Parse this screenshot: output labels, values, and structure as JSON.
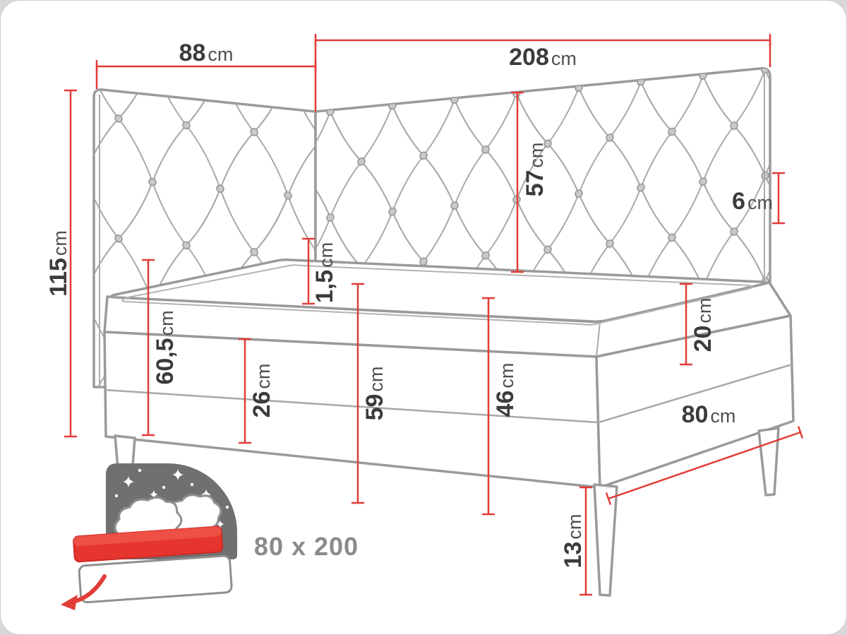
{
  "colors": {
    "dimension_red": "#e23c38",
    "outline_gray": "#9a9a9a",
    "number_text": "#3b3b3b",
    "muted_text": "#8a8a8a",
    "night_gray": "#707070",
    "mattress_red": "#e5352e"
  },
  "dimensions": {
    "side_width": {
      "value": "88",
      "unit": "cm"
    },
    "back_width": {
      "value": "208",
      "unit": "cm"
    },
    "headboard_height": {
      "value": "115",
      "unit": "cm"
    },
    "headboard_above_mattress": {
      "value": "57",
      "unit": "cm"
    },
    "headboard_thickness": {
      "value": "6",
      "unit": "cm"
    },
    "topper_height": {
      "value": "1,5",
      "unit": "cm"
    },
    "mattress_height": {
      "value": "20",
      "unit": "cm"
    },
    "upper_section_height": {
      "value": "60,5",
      "unit": "cm"
    },
    "box_section_height": {
      "value": "26",
      "unit": "cm"
    },
    "floor_to_mattress_top": {
      "value": "59",
      "unit": "cm"
    },
    "floor_to_box_top": {
      "value": "46",
      "unit": "cm"
    },
    "bed_width": {
      "value": "80",
      "unit": "cm"
    },
    "leg_height": {
      "value": "13",
      "unit": "cm"
    }
  },
  "size_badge": {
    "label": "80 x 200"
  },
  "icons": {
    "storage_bed": "storage-bed-icon",
    "open_arrow": "arrow-down-left-icon",
    "night_stars": "stars-icon"
  }
}
